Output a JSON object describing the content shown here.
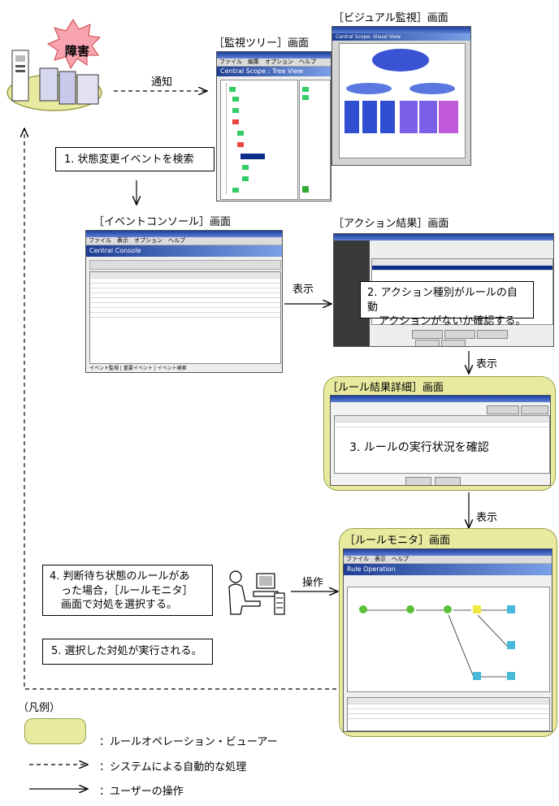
{
  "screens": {
    "visual": {
      "title": "［ビジュアル監視］画面",
      "window_caption": "Central Scope: Visual View"
    },
    "tree": {
      "title": "［監視ツリー］画面",
      "window_caption": "Central Scope : Tree View",
      "menu": "ファイル　編集　オプション　ヘルプ"
    },
    "event_console": {
      "title": "［イベントコンソール］画面",
      "window_caption": "Central Console",
      "tabs": "イベント監視 | 重要イベント | イベント検索"
    },
    "action_result": {
      "title": "［アクション結果］画面"
    },
    "rule_detail": {
      "title": "［ルール結果詳細］画面"
    },
    "rule_monitor": {
      "title": "［ルールモニタ］画面",
      "window_caption": "Rule Operation",
      "menu": "ファイル　表示　ヘルプ"
    }
  },
  "failure_label": "障害",
  "edges": {
    "notify": "通知",
    "display1": "表示",
    "display2": "表示",
    "display3": "表示",
    "operate": "操作"
  },
  "steps": {
    "s1": "1. 状態変更イベントを検索",
    "s2_line1": "2. アクション種別がルールの自動",
    "s2_line2": "アクションがないか確認する。",
    "s3": "3. ルールの実行状況を確認",
    "s4_line1": "4. 判断待ち状態のルールがあ",
    "s4_line2": "った場合，［ルールモニタ］",
    "s4_line3": "画面で対処を選択する。",
    "s5": "5. 選択した対処が実行される。"
  },
  "legend": {
    "title": "（凡例）",
    "viewer": "：ルールオペレーション・ビューアー",
    "auto": "：システムによる自動的な処理",
    "user": "：ユーザーの操作"
  },
  "colors": {
    "viewer_fill": "#e8eaa0",
    "viewer_border": "#9aa24a",
    "burst": "#f7a3b0",
    "node_green": "#5bbf3b",
    "node_yellow": "#f2e640",
    "node_cyan": "#48b9d8"
  }
}
